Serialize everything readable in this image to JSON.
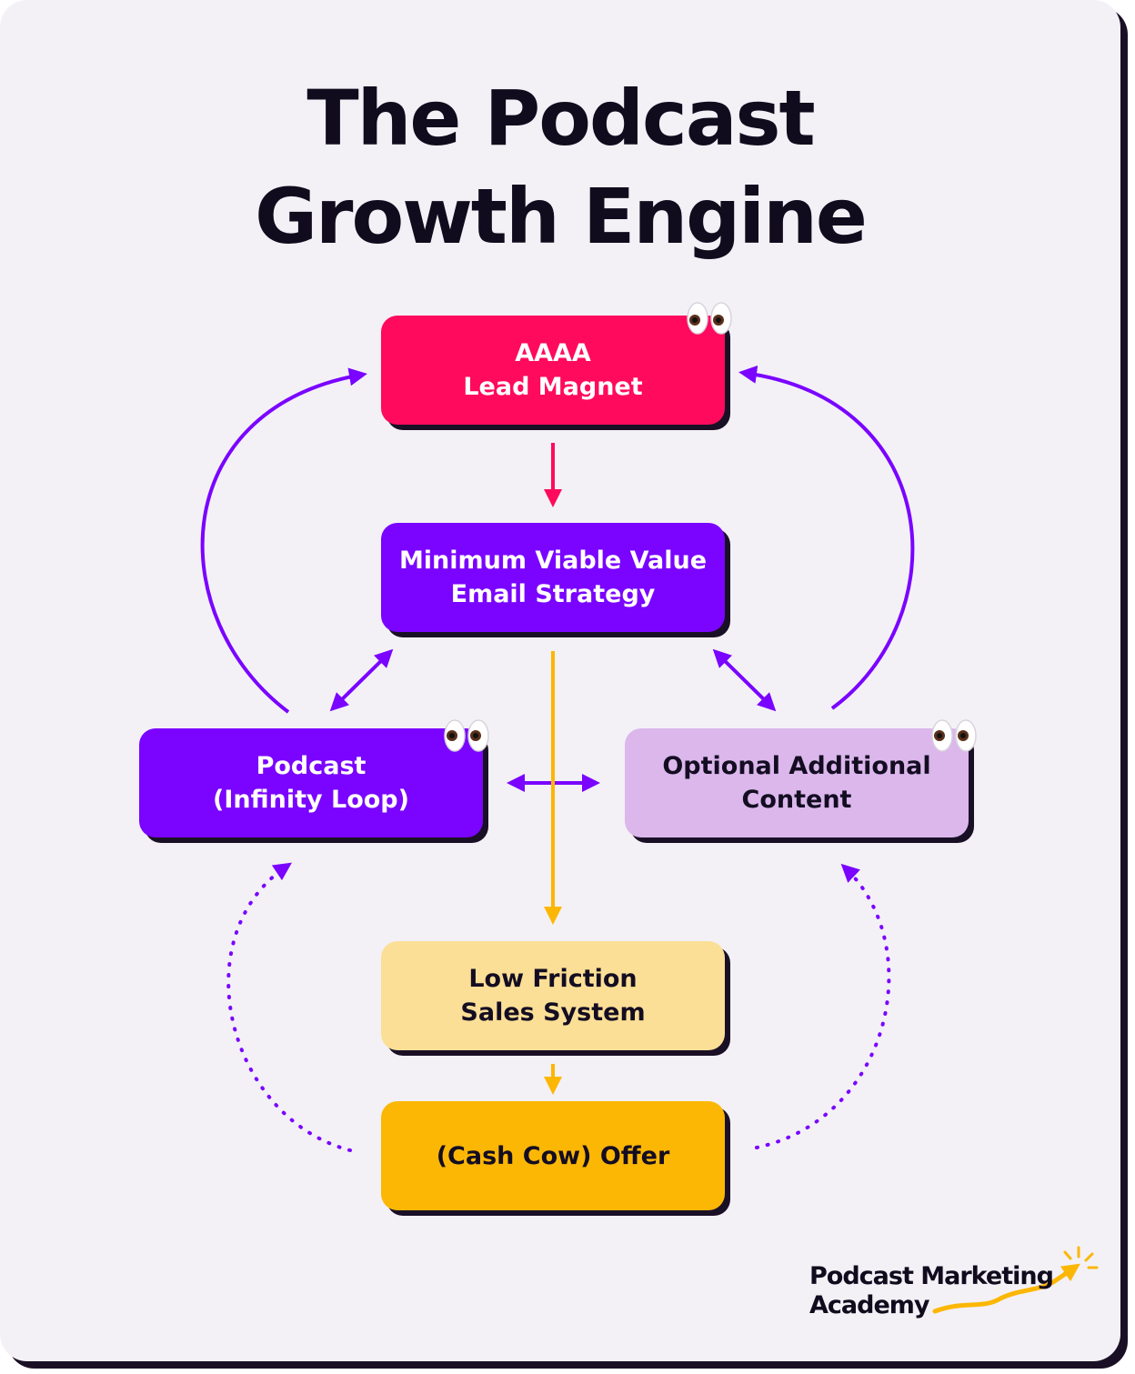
{
  "title": {
    "line1": "The Podcast",
    "line2": "Growth Engine"
  },
  "nodes": {
    "lead_magnet": {
      "line1": "AAAA",
      "line2": "Lead Magnet",
      "color": "#ff0a5c"
    },
    "email_strategy": {
      "line1": "Minimum Viable Value",
      "line2": "Email Strategy",
      "color": "#7a04ff"
    },
    "podcast": {
      "line1": "Podcast",
      "line2": "(Infinity Loop)",
      "color": "#7a04ff"
    },
    "optional_content": {
      "line1": "Optional Additional",
      "line2": "Content",
      "color": "#dbb7ec"
    },
    "sales_system": {
      "line1": "Low Friction",
      "line2": "Sales System",
      "color": "#fbdf96"
    },
    "offer": {
      "line1": "(Cash Cow) Offer",
      "color": "#fcb705"
    }
  },
  "colors": {
    "purple_arrow": "#7a04ff",
    "pink_arrow": "#ff0a5c",
    "yellow_arrow": "#fcb705",
    "background": "#f3f1f6",
    "shadow": "#1a1026"
  },
  "icons": [
    "eyes-icon",
    "eyes-icon",
    "eyes-icon",
    "sparkle-icon",
    "growth-line-icon"
  ],
  "brand": {
    "line1": "Podcast Marketing",
    "line2": "Academy"
  }
}
